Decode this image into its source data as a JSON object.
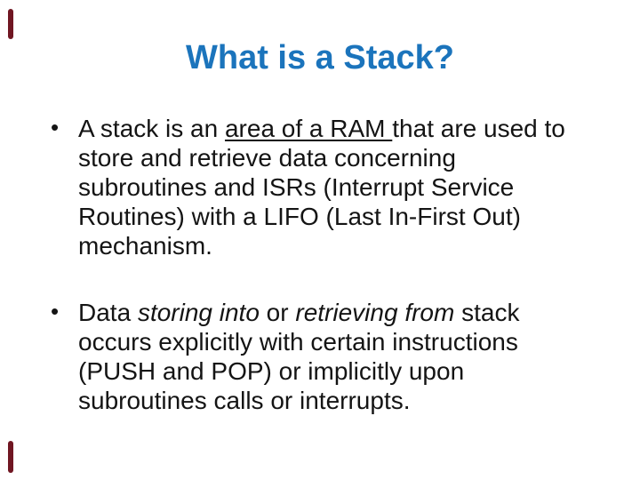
{
  "slide": {
    "title": "What is a Stack?",
    "title_color": "#1b74bc",
    "accent_bar_color": "#701622",
    "bullet_char": "•",
    "bullet1": {
      "line1_pre": "A stack is an ",
      "line1_underlined": "area of a RAM ",
      "line1_post": "that are used to",
      "line2": "store and retrieve data concerning",
      "line3": "subroutines and ISRs (Interrupt Service",
      "line4": "Routines) with a LIFO (Last In-First Out)",
      "line5": "mechanism."
    },
    "bullet2": {
      "line1_pre": "Data ",
      "line1_italic1": "storing into",
      "line1_mid": " or ",
      "line1_italic2": "retrieving from",
      "line1_post": " stack",
      "line2": "occurs explicitly with certain instructions",
      "line3": "(PUSH and POP) or implicitly upon",
      "line4": "subroutines calls or interrupts."
    }
  }
}
